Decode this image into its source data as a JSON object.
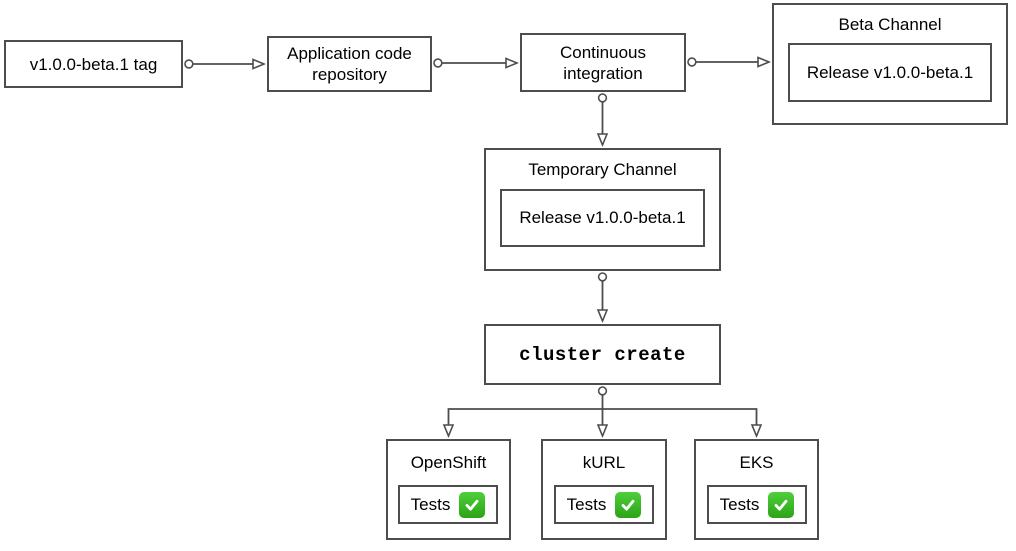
{
  "nodes": {
    "tag": {
      "label": "v1.0.0-beta.1 tag"
    },
    "repo": {
      "label": "Application code repository"
    },
    "ci": {
      "label": "Continuous integration"
    },
    "beta_channel": {
      "title": "Beta Channel",
      "release_label": "Release v1.0.0-beta.1"
    },
    "temp_channel": {
      "title": "Temporary Channel",
      "release_label": "Release v1.0.0-beta.1"
    },
    "cluster_create": {
      "label": "cluster create"
    },
    "clusters": [
      {
        "title": "OpenShift",
        "tests_label": "Tests",
        "status": "passed",
        "status_icon": "check-mark-icon"
      },
      {
        "title": "kURL",
        "tests_label": "Tests",
        "status": "passed",
        "status_icon": "check-mark-icon"
      },
      {
        "title": "EKS",
        "tests_label": "Tests",
        "status": "passed",
        "status_icon": "check-mark-icon"
      }
    ]
  },
  "edges": [
    {
      "from": "v1.0.0-beta.1 tag",
      "to": "Application code repository"
    },
    {
      "from": "Application code repository",
      "to": "Continuous integration"
    },
    {
      "from": "Continuous integration",
      "to": "Beta Channel"
    },
    {
      "from": "Continuous integration",
      "to": "Temporary Channel"
    },
    {
      "from": "Temporary Channel",
      "to": "cluster create"
    },
    {
      "from": "cluster create",
      "to": "OpenShift"
    },
    {
      "from": "cluster create",
      "to": "kURL"
    },
    {
      "from": "cluster create",
      "to": "EKS"
    }
  ],
  "colors": {
    "stroke": "#4d4d4d",
    "text": "#000000",
    "background": "#ffffff",
    "check_green_top": "#50cf3c",
    "check_green_bottom": "#2ba315",
    "check_mark_white": "#ffffff"
  }
}
